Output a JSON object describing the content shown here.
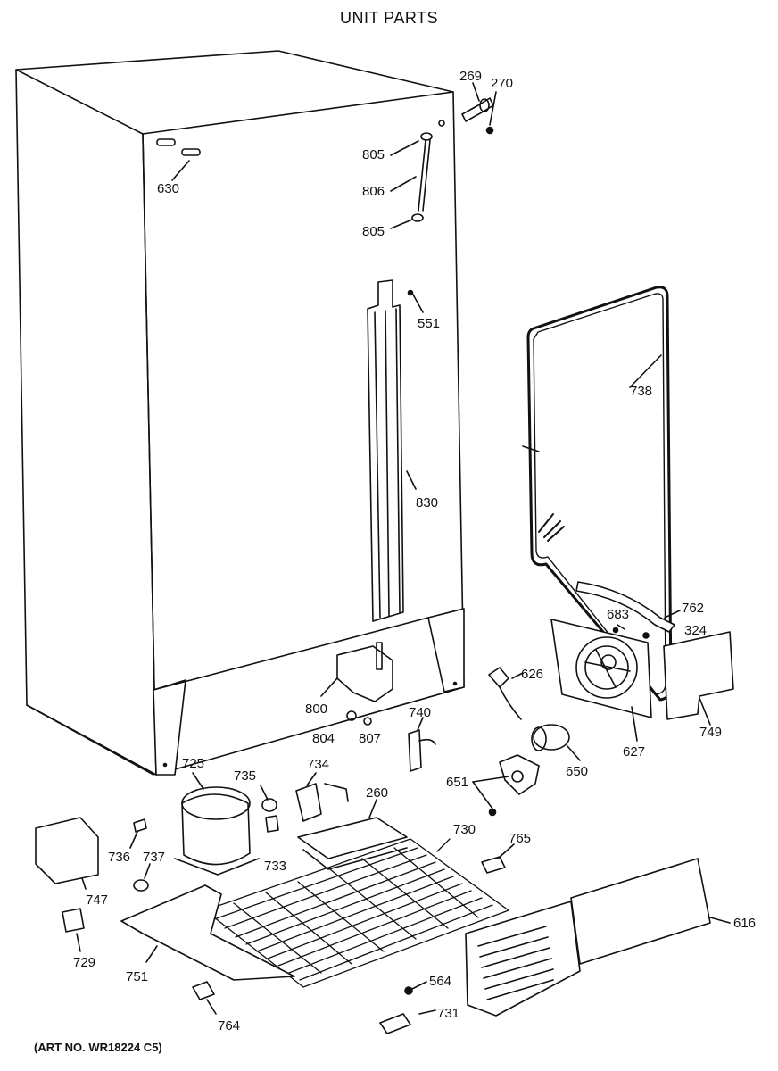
{
  "title": "UNIT PARTS",
  "art_no": "(ART NO. WR18224 C5)",
  "part_labels": {
    "p269": "269",
    "p270": "270",
    "p630": "630",
    "p805a": "805",
    "p806": "806",
    "p805b": "805",
    "p551": "551",
    "p738": "738",
    "p830": "830",
    "p762": "762",
    "p683": "683",
    "p324": "324",
    "p626": "626",
    "p800": "800",
    "p740": "740",
    "p804": "804",
    "p807": "807",
    "p627": "627",
    "p749": "749",
    "p650": "650",
    "p725": "725",
    "p735": "735",
    "p734": "734",
    "p260": "260",
    "p651": "651",
    "p730": "730",
    "p765": "765",
    "p736": "736",
    "p737": "737",
    "p733": "733",
    "p747": "747",
    "p616": "616",
    "p729": "729",
    "p751": "751",
    "p564": "564",
    "p731": "731",
    "p764": "764"
  }
}
